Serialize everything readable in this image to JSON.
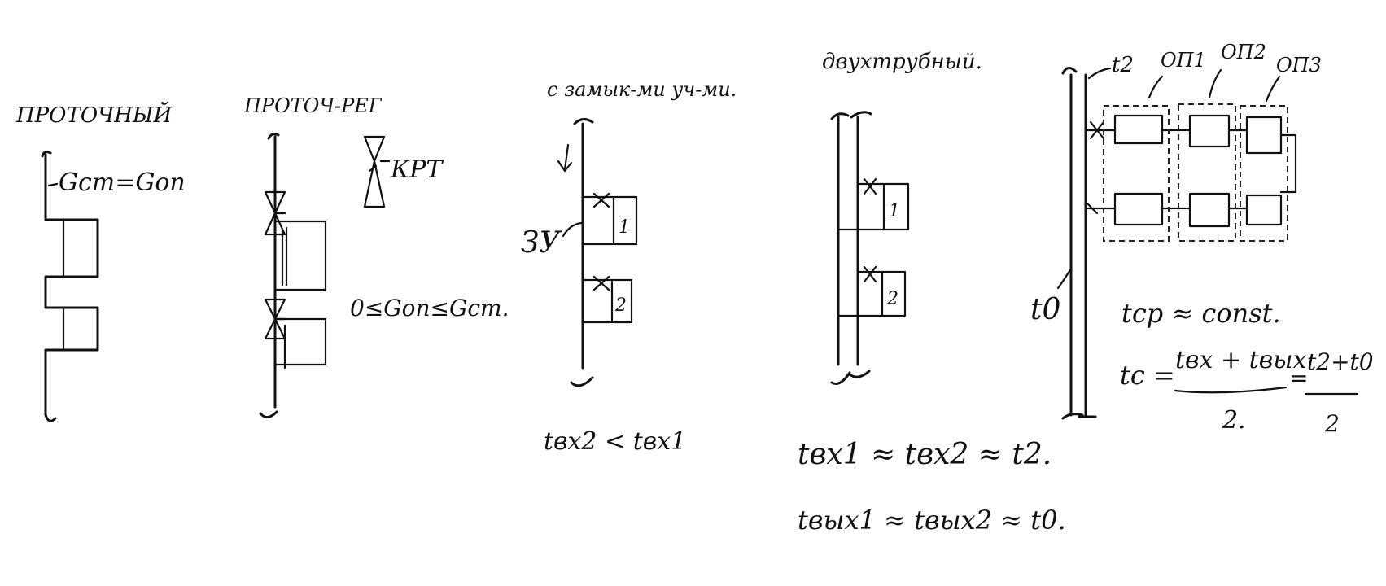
{
  "colors": {
    "ink": "#111111",
    "paper": "#ffffff"
  },
  "schemes": {
    "flow": {
      "title": "ПРОТОЧНЫЙ",
      "formula": "Gст=Gоп"
    },
    "flow_reg": {
      "title": "ПРОТОЧ-РЕГ",
      "valve_label": "КРТ",
      "formula": "0≤Gоп≤Gст."
    },
    "closing": {
      "title": "с замык-ми уч-ми.",
      "zone_label": "ЗУ",
      "unit_1": "1",
      "unit_2": "2",
      "formula": "tвх2 < tвх1"
    },
    "twopipe": {
      "title": "двухтрубный.",
      "unit_1": "1",
      "unit_2": "2",
      "formula_1": "tвх1 ≈ tвх2 ≈ t2.",
      "formula_2": "tвых1 ≈ tвых2 ≈ t0."
    },
    "horizontal": {
      "t2_label": "t2",
      "group_1": "ОП1",
      "group_2": "ОП2",
      "group_3": "ОП3",
      "t0_label": "t0",
      "formula_mean": "tср ≈ const.",
      "formula_tc_lhs": "tс =",
      "formula_tc_num1": "tвх + tвых",
      "formula_tc_den1": "2.",
      "formula_tc_eq": "=",
      "formula_tc_num2": "t2+t0",
      "formula_tc_den2": "2"
    }
  }
}
